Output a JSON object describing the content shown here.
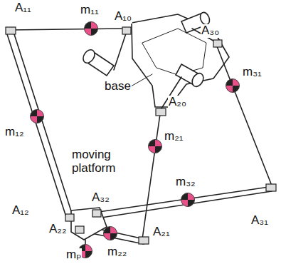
{
  "diagram": {
    "labels": [
      "A₁₁",
      "m₁₁",
      "A₁₀",
      "A₃₀",
      "m₃₁",
      "base",
      "A₂₀",
      "m₁₂",
      "moving platform",
      "m₂₁",
      "A₃₂",
      "m₃₂",
      "A₁₂",
      "A₃₁",
      "A₂₂",
      "mₚ",
      "m₂₂",
      "A₂₁"
    ]
  }
}
